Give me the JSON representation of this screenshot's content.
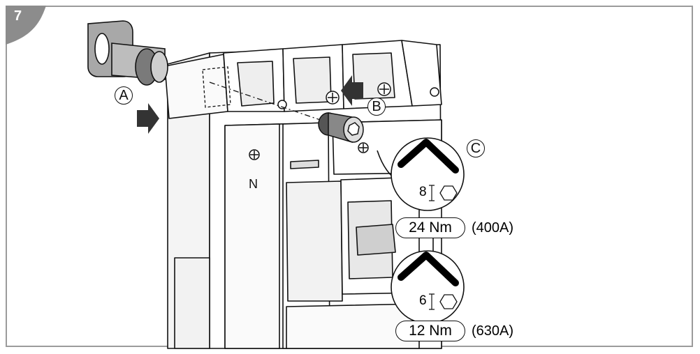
{
  "step": {
    "number": "7"
  },
  "callouts": {
    "a": "A",
    "b": "B",
    "c": "C"
  },
  "terminal": {
    "neutral": "N"
  },
  "torques": [
    {
      "hex_size": "8",
      "torque": "24 Nm",
      "rating": "(400A)"
    },
    {
      "hex_size": "6",
      "torque": "12 Nm",
      "rating": "(630A)"
    }
  ],
  "colors": {
    "tab": "#8c8c8c",
    "line": "#111111",
    "device_fill": "#ffffff",
    "shade": "#d9d9d9",
    "dark": "#555555"
  }
}
